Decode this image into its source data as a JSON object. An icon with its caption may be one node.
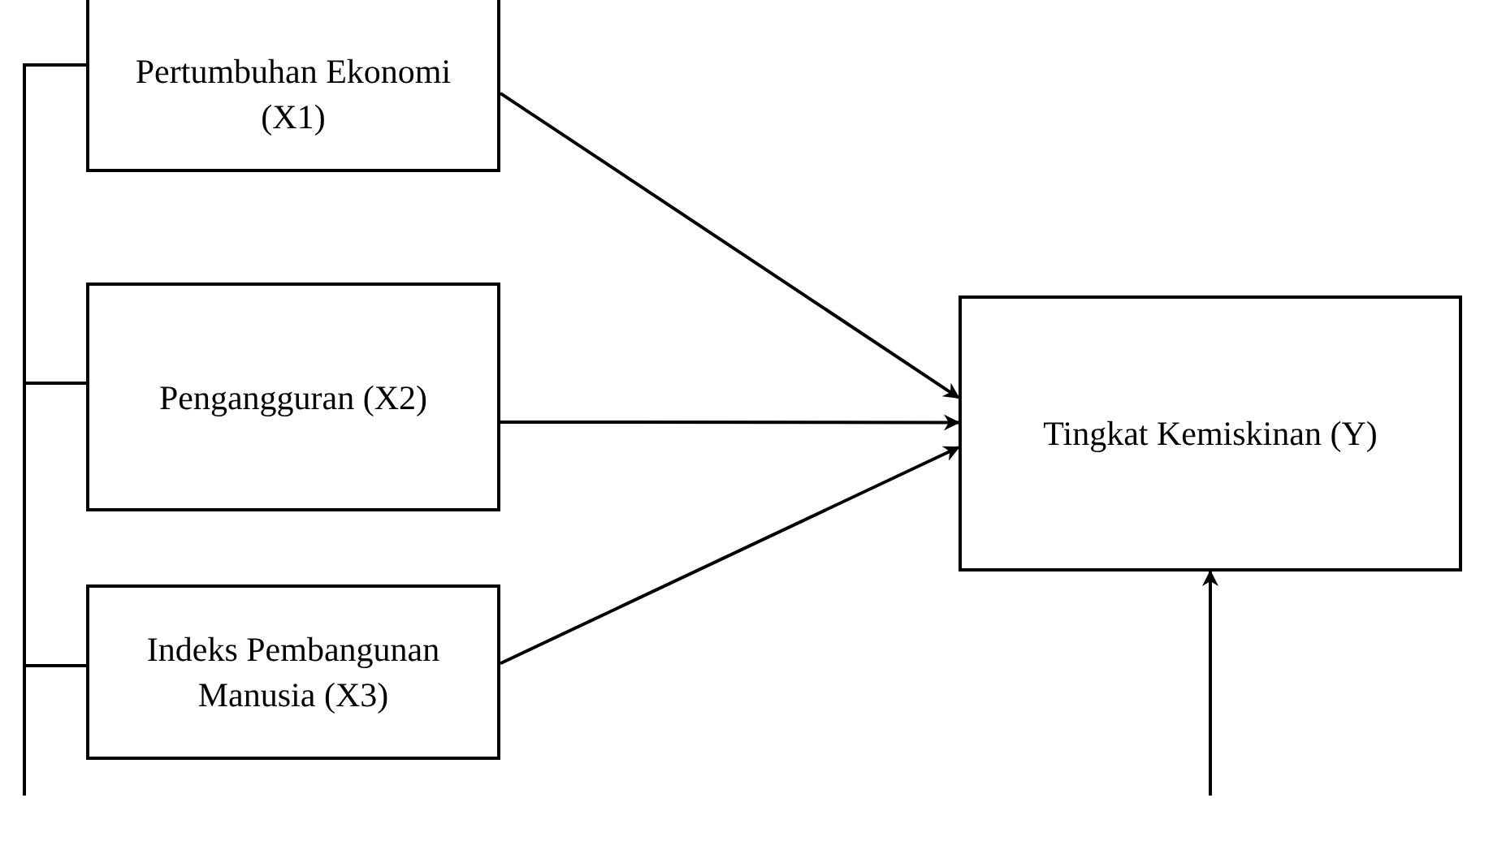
{
  "diagram": {
    "nodes": [
      {
        "text": [
          "Pertumbuhan Ekonomi (X1)"
        ]
      },
      {
        "text": [
          "Pengangguran (X2)"
        ]
      },
      {
        "text": [
          "Indeks Pembangunan Manusia (X3)"
        ]
      },
      {
        "text": [
          "Tingkat Kemiskinan (Y)"
        ]
      }
    ],
    "edges": [
      {
        "from": 0,
        "to": 3,
        "arrow": "to"
      },
      {
        "from": 1,
        "to": 3,
        "arrow": "to"
      },
      {
        "from": 2,
        "to": 3,
        "arrow": "to"
      },
      {
        "from": 0,
        "to": null,
        "arrow": "none"
      },
      {
        "from": 1,
        "to": null,
        "arrow": "none"
      },
      {
        "from": 2,
        "to": null,
        "arrow": "none"
      },
      {
        "from": null,
        "to": 3,
        "arrow": "to"
      }
    ]
  }
}
